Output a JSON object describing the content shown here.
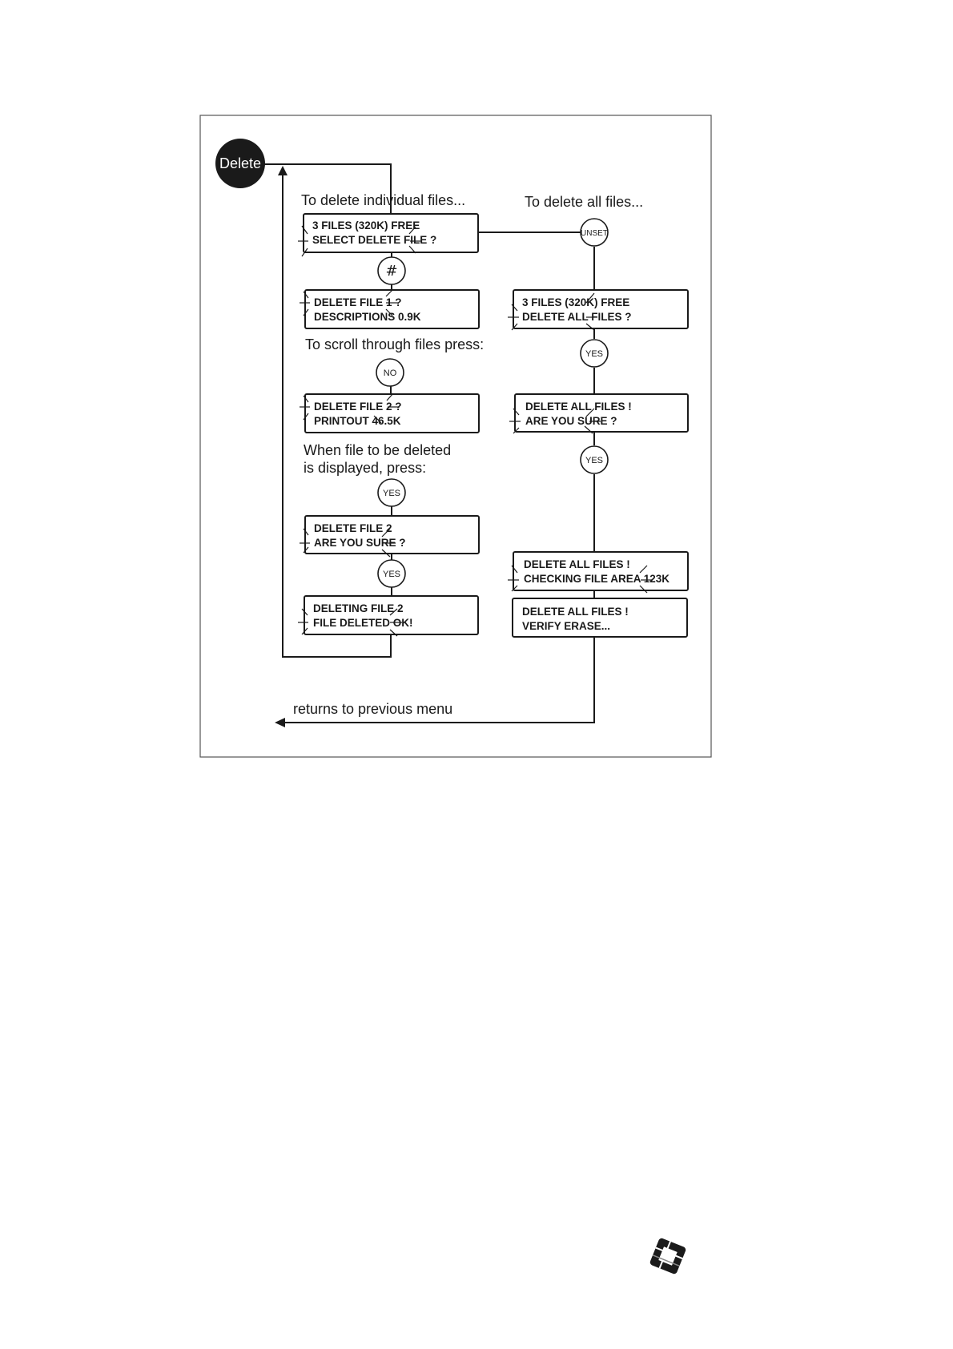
{
  "start_node": {
    "label": "Delete"
  },
  "captions": {
    "individual": "To delete individual files...",
    "all": "To delete all files...",
    "scroll": "To scroll through files press:",
    "when_line1": "When file to be deleted",
    "when_line2": "is displayed, press:",
    "returns": "returns to previous menu"
  },
  "keys": {
    "hash": "#",
    "no": "NO",
    "yes": "YES",
    "unset": "UNSET"
  },
  "left_displays": [
    {
      "line1": "3 FILES (320K) FREE",
      "line2": "SELECT DELETE FILE ?"
    },
    {
      "line1": "DELETE FILE 1 ?",
      "line2": "DESCRIPTIONS 0.9K"
    },
    {
      "line1": "DELETE FILE 2 ?",
      "line2": "PRINTOUT 46.5K"
    },
    {
      "line1": "DELETE FILE 2",
      "line2": "ARE YOU SURE ?"
    },
    {
      "line1": "DELETING FILE 2",
      "line2": "FILE DELETED OK!"
    }
  ],
  "right_displays": [
    {
      "line1": "3 FILES (320K) FREE",
      "line2": "DELETE ALL FILES ?"
    },
    {
      "line1": "DELETE ALL FILES !",
      "line2": "ARE YOU SURE ?"
    },
    {
      "line1": "DELETE ALL FILES !",
      "line2": "CHECKING FILE AREA 123K"
    },
    {
      "line1": "DELETE ALL FILES !",
      "line2": "VERIFY ERASE..."
    }
  ],
  "colors": {
    "ink": "#1a1a1a",
    "paper": "#ffffff"
  },
  "icons": {
    "footer_logo": "company-logo-icon"
  }
}
